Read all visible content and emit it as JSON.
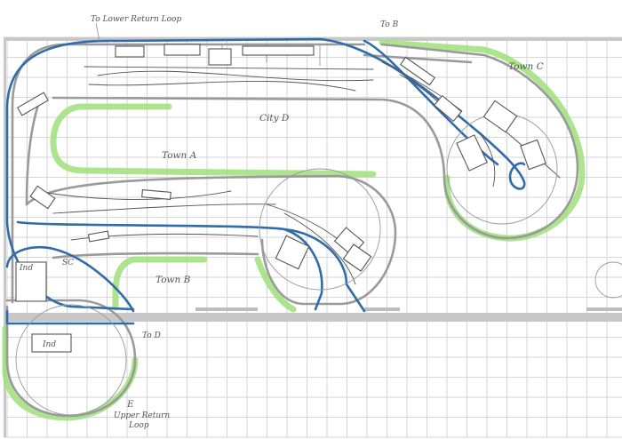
{
  "labels": {
    "lower_return_loop": "To Lower Return Loop",
    "to_b": "To B",
    "town_c": "Town C",
    "city_d": "City D",
    "town_a": "Town A",
    "town_b": "Town B",
    "industry": "Ind",
    "loop_letter": "E",
    "upper_return_loop_1": "Upper Return",
    "upper_return_loop_2": "Loop",
    "to_d": "To D",
    "ind_box": "Ind",
    "tiny_mark": "SC"
  },
  "colors": {
    "grid": "#d6d6d6",
    "green_scenery": "#9fe07a",
    "gray_track": "#9a9a9a",
    "blue_track": "#2f6ca9",
    "pencil": "#555555"
  }
}
